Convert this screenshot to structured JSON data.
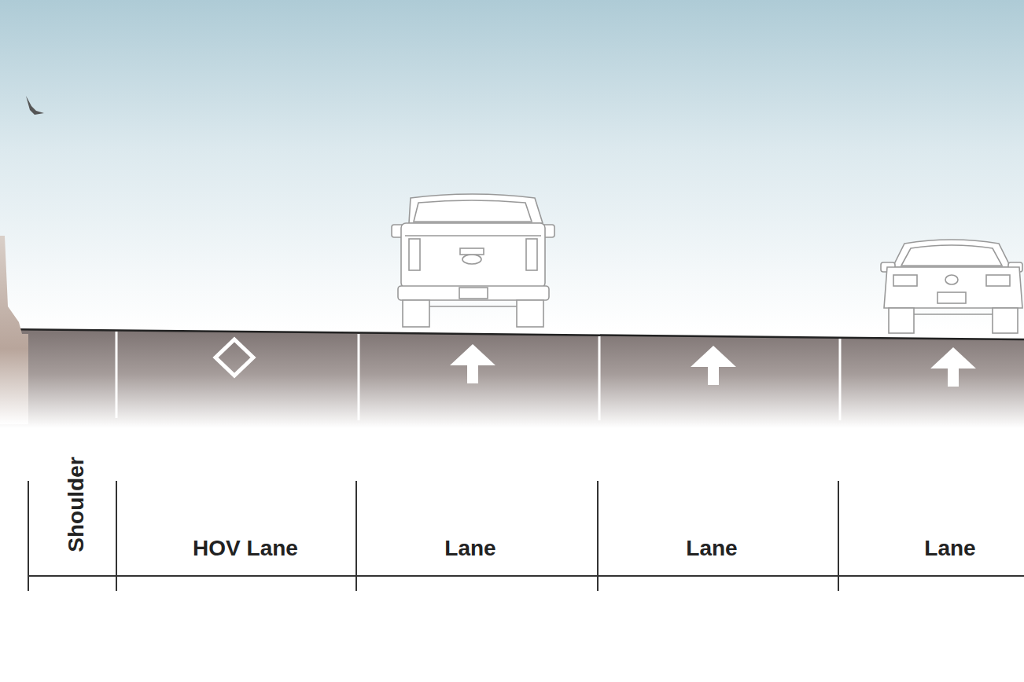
{
  "diagram": {
    "labels": [
      "Shoulder",
      "HOV Lane",
      "Lane",
      "Lane",
      "Lane"
    ]
  }
}
